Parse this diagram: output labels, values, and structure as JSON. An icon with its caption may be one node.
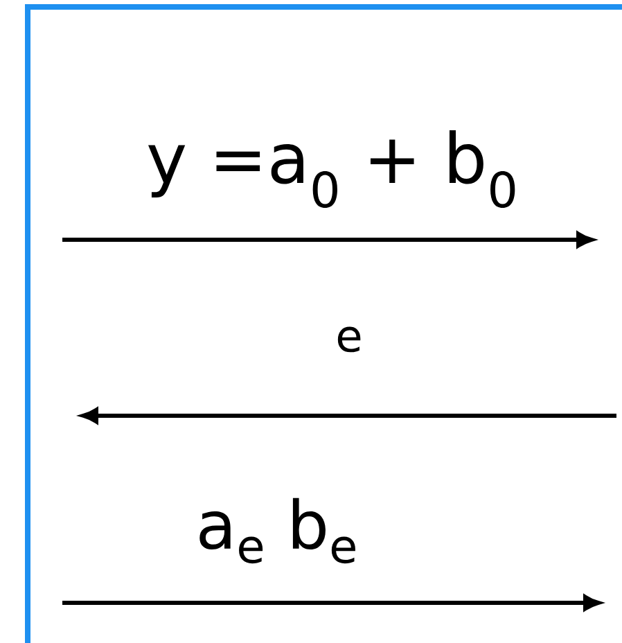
{
  "diagram": {
    "labels": [
      "y =a$_{0}$ + b$_{0}$",
      "e",
      "a$_{e}$  b$_{e}$"
    ]
  }
}
